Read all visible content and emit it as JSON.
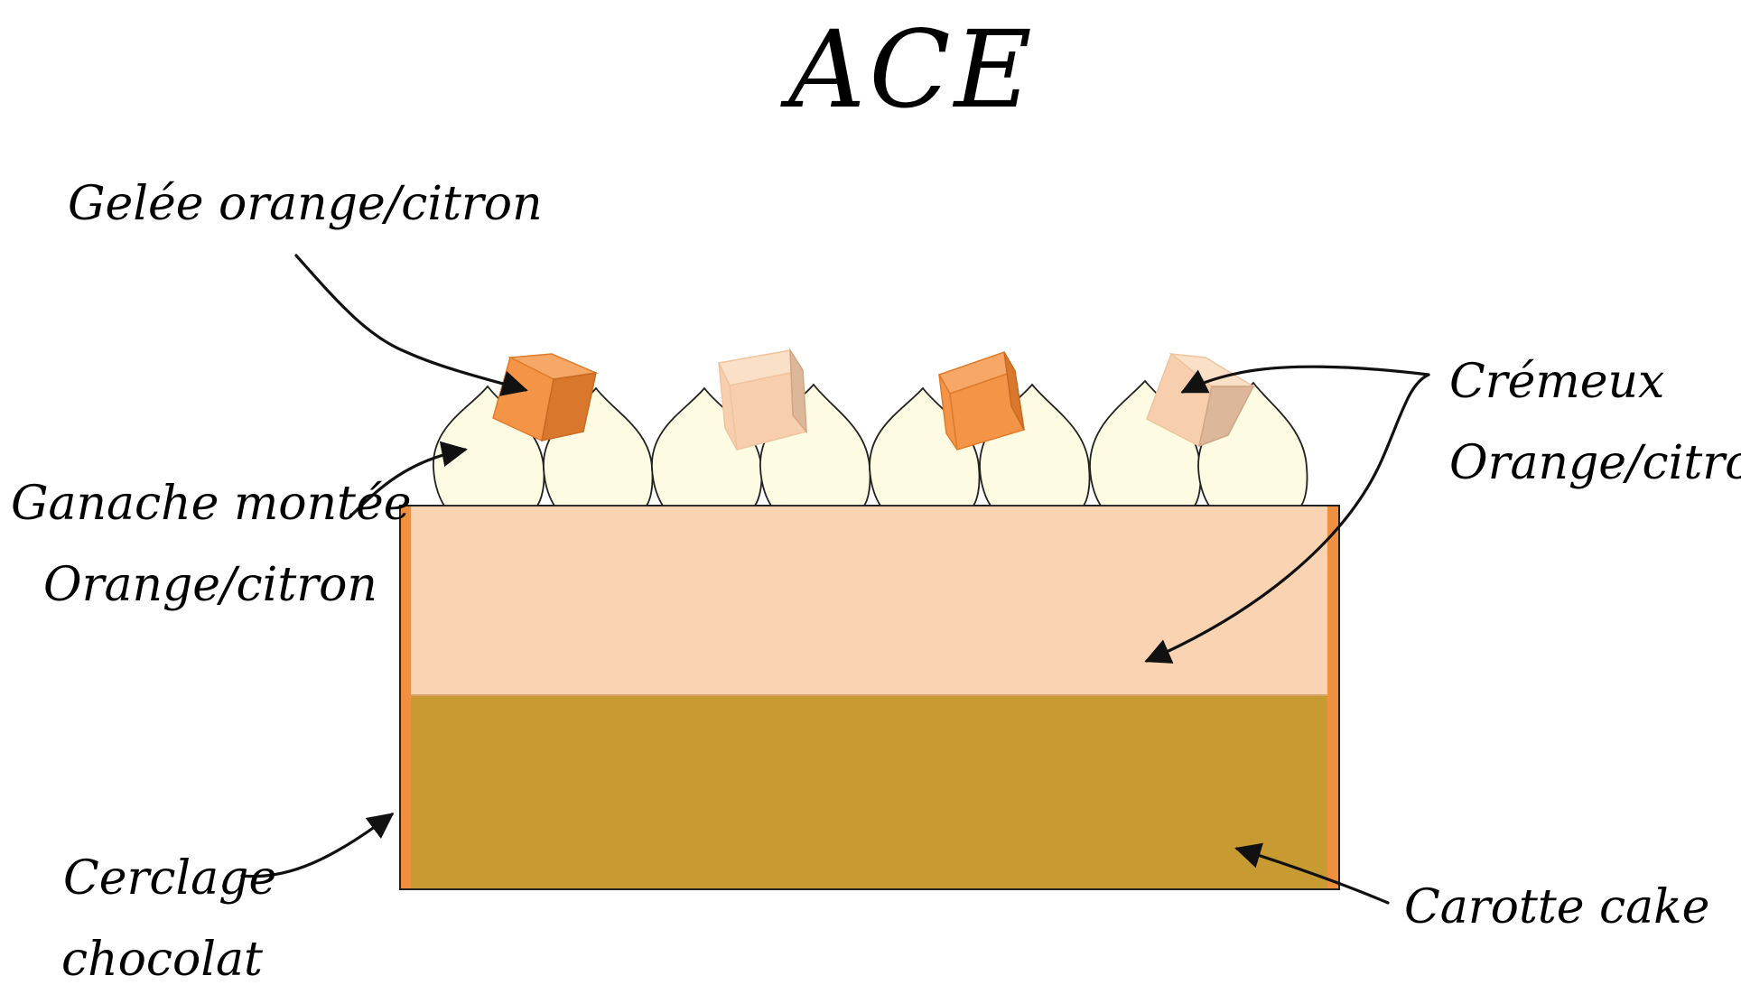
{
  "title": "ACE",
  "labels": {
    "gelee": "Gelée orange/citron",
    "ganache_line1": "Ganache montée",
    "ganache_line2": "Orange/citron",
    "cremeux_line1": "Crémeux",
    "cremeux_line2": "Orange/citron",
    "cerclage_line1": "Cerclage",
    "cerclage_line2": "chocolat",
    "carotte": "Carotte cake"
  },
  "colors": {
    "cremeux_layer": "#FAD3B2",
    "carotte_layer": "#C89A32",
    "cerclage": "#F08F40",
    "ganache": "#FDFBE2",
    "gelee_cube": "#F39447",
    "cremeux_cube": "#F8CFAE"
  }
}
